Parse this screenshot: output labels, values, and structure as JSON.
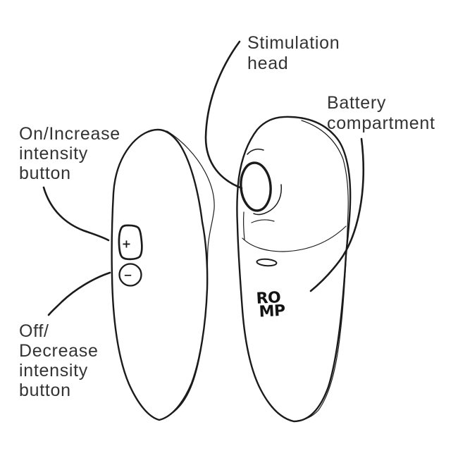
{
  "page": {
    "background": "#ffffff"
  },
  "colors": {
    "line": "#1b1b1b",
    "label_text": "#333333",
    "brand_text": "#131313"
  },
  "labels": {
    "stimulation_head": {
      "lines": [
        "Stimulation",
        "head"
      ]
    },
    "battery_compartment": {
      "lines": [
        "Battery",
        "compartment"
      ]
    },
    "on_increase": {
      "lines": [
        "On/Increase",
        "intensity",
        "button"
      ]
    },
    "off_decrease": {
      "lines": [
        "Off/",
        "Decrease",
        "intensity",
        "button"
      ]
    }
  },
  "device": {
    "brand": {
      "line1": "RO",
      "line2": "MP"
    },
    "plus_button_label": "+",
    "minus_button_label": "−"
  }
}
